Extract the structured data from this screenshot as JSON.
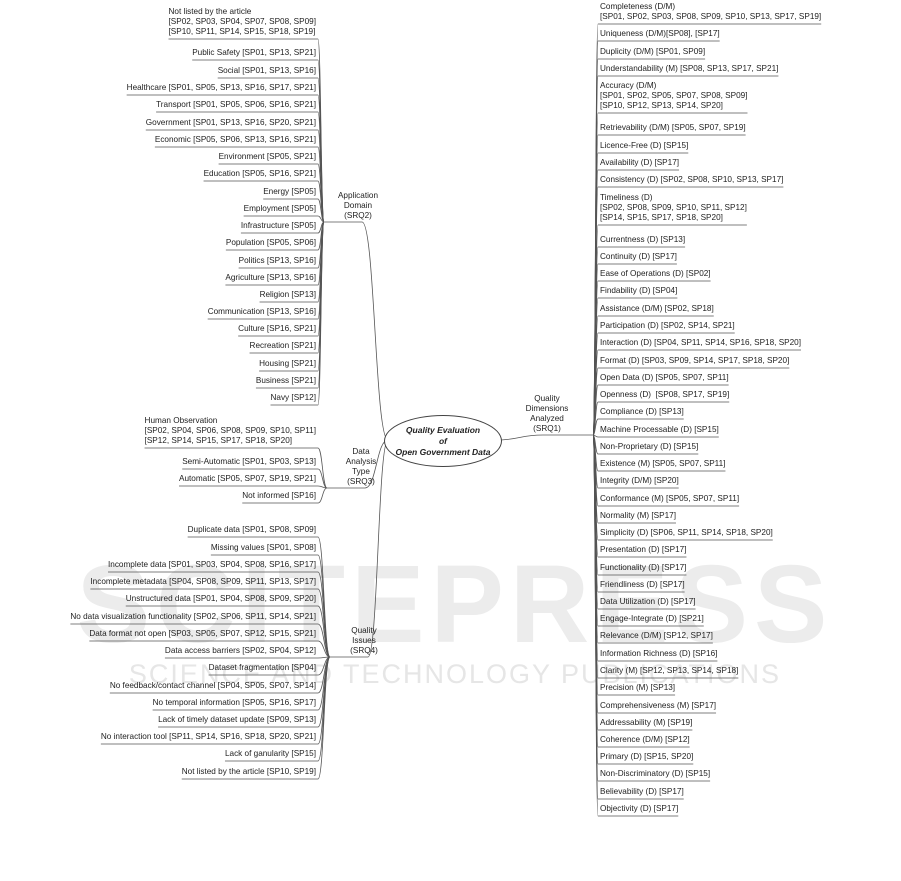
{
  "title": [
    "Quality Evaluation",
    "of",
    "Open Government Data"
  ],
  "watermark": [
    "SCITEPRESS",
    "SCIENCE AND TECHNOLOGY PUBLICATIONS"
  ],
  "categories": {
    "domain": [
      "Application",
      "Domain",
      "(SRQ2)"
    ],
    "analysis": [
      "Data",
      "Analysis",
      "Type",
      "(SRQ3)"
    ],
    "issues": [
      "Quality",
      "Issues",
      "(SRQ4)"
    ],
    "dimensions": [
      "Quality",
      "Dimensions",
      "Analyzed",
      "(SRQ1)"
    ]
  },
  "domain": [
    [
      "Not listed by the article",
      "[SP02, SP03, SP04, SP07, SP08, SP09]",
      "[SP10, SP11, SP14, SP15, SP18, SP19]"
    ],
    [
      "Public Safety [SP01, SP13, SP21]"
    ],
    [
      "Social [SP01, SP13, SP16]"
    ],
    [
      "Healthcare [SP01, SP05, SP13, SP16, SP17, SP21]"
    ],
    [
      "Transport [SP01, SP05, SP06, SP16, SP21]"
    ],
    [
      "Government [SP01, SP13, SP16, SP20, SP21]"
    ],
    [
      "Economic [SP05, SP06, SP13, SP16, SP21]"
    ],
    [
      "Environment [SP05, SP21]"
    ],
    [
      "Education [SP05, SP16, SP21]"
    ],
    [
      "Energy [SP05]"
    ],
    [
      "Employment [SP05]"
    ],
    [
      "Infrastructure [SP05]"
    ],
    [
      "Population [SP05, SP06]"
    ],
    [
      "Politics [SP13, SP16]"
    ],
    [
      "Agriculture [SP13, SP16]"
    ],
    [
      "Religion [SP13]"
    ],
    [
      "Communication [SP13, SP16]"
    ],
    [
      "Culture [SP16, SP21]"
    ],
    [
      "Recreation [SP21]"
    ],
    [
      "Housing [SP21]"
    ],
    [
      "Business [SP21]"
    ],
    [
      "Navy [SP12]"
    ]
  ],
  "analysis": [
    [
      "Human Observation",
      "[SP02, SP04, SP06, SP08, SP09, SP10, SP11]",
      "[SP12, SP14, SP15, SP17, SP18, SP20]"
    ],
    [
      "Semi-Automatic [SP01, SP03, SP13]"
    ],
    [
      "Automatic [SP05, SP07, SP19, SP21]"
    ],
    [
      "Not informed [SP16]"
    ]
  ],
  "issues": [
    [
      "Duplicate data [SP01, SP08, SP09]"
    ],
    [
      "Missing values [SP01, SP08]"
    ],
    [
      "Incomplete data [SP01, SP03, SP04, SP08, SP16, SP17]"
    ],
    [
      "Incomplete metadata [SP04, SP08, SP09, SP11, SP13, SP17]"
    ],
    [
      "Unstructured data [SP01, SP04, SP08, SP09, SP20]"
    ],
    [
      "No data visualization functionality [SP02, SP06, SP11, SP14, SP21]"
    ],
    [
      "Data format not open [SP03, SP05, SP07, SP12, SP15, SP21]"
    ],
    [
      "Data access barriers [SP02, SP04, SP12]"
    ],
    [
      "Dataset fragmentation [SP04]"
    ],
    [
      "No feedback/contact channel [SP04, SP05, SP07, SP14]"
    ],
    [
      "No temporal information [SP05, SP16, SP17]"
    ],
    [
      "Lack of timely dataset update [SP09, SP13]"
    ],
    [
      "No interaction tool [SP11, SP14, SP16, SP18, SP20, SP21]"
    ],
    [
      "Lack of ganularity [SP15]"
    ],
    [
      "Not listed by the article [SP10, SP19]"
    ]
  ],
  "dimensions": [
    [
      "Completeness (D/M)",
      "[SP01, SP02, SP03, SP08, SP09, SP10, SP13, SP17, SP19]"
    ],
    [
      "Uniqueness (D/M)[SP08], [SP17]"
    ],
    [
      "Duplicity (D/M) [SP01, SP09]"
    ],
    [
      "Understandability (M) [SP08, SP13, SP17, SP21]"
    ],
    [
      "Accuracy (D/M)",
      "[SP01, SP02, SP05, SP07, SP08, SP09]",
      "[SP10, SP12, SP13, SP14, SP20]"
    ],
    [
      "Retrievability (D/M) [SP05, SP07, SP19]"
    ],
    [
      "Licence-Free (D) [SP15]"
    ],
    [
      "Availability (D) [SP17]"
    ],
    [
      "Consistency (D) [SP02, SP08, SP10, SP13, SP17]"
    ],
    [
      "Timeliness (D)",
      "[SP02, SP08, SP09, SP10, SP11, SP12]",
      "[SP14, SP15, SP17, SP18, SP20]"
    ],
    [
      "Currentness (D) [SP13]"
    ],
    [
      "Continuity (D) [SP17]"
    ],
    [
      "Ease of Operations (D) [SP02]"
    ],
    [
      "Findability (D) [SP04]"
    ],
    [
      "Assistance (D/M) [SP02, SP18]"
    ],
    [
      "Participation (D) [SP02, SP14, SP21]"
    ],
    [
      "Interaction (D) [SP04, SP11, SP14, SP16, SP18, SP20]"
    ],
    [
      "Format (D) [SP03, SP09, SP14, SP17, SP18, SP20]"
    ],
    [
      "Open Data (D) [SP05, SP07, SP11]"
    ],
    [
      "Openness (D)  [SP08, SP17, SP19]"
    ],
    [
      "Compliance (D) [SP13]"
    ],
    [
      "Machine Processable (D) [SP15]"
    ],
    [
      "Non-Proprietary (D) [SP15]"
    ],
    [
      "Existence (M) [SP05, SP07, SP11]"
    ],
    [
      "Integrity (D/M) [SP20]"
    ],
    [
      "Conformance (M) [SP05, SP07, SP11]"
    ],
    [
      "Normality (M) [SP17]"
    ],
    [
      "Simplicity (D) [SP06, SP11, SP14, SP18, SP20]"
    ],
    [
      "Presentation (D) [SP17]"
    ],
    [
      "Functionality (D) [SP17]"
    ],
    [
      "Friendliness (D) [SP17]"
    ],
    [
      "Data Utilization (D) [SP17]"
    ],
    [
      "Engage-Integrate (D) [SP21]"
    ],
    [
      "Relevance (D/M) [SP12, SP17]"
    ],
    [
      "Information Richness (D) [SP16]"
    ],
    [
      "Clarity (M) [SP12, SP13, SP14, SP18]"
    ],
    [
      "Precision (M) [SP13]"
    ],
    [
      "Comprehensiveness (M) [SP17]"
    ],
    [
      "Addressability (M) [SP19]"
    ],
    [
      "Coherence (D/M) [SP12]"
    ],
    [
      "Primary (D) [SP15, SP20]"
    ],
    [
      "Non-Discriminatory (D) [SP15]"
    ],
    [
      "Believability (D) [SP17]"
    ],
    [
      "Objectivity (D) [SP17]"
    ]
  ]
}
